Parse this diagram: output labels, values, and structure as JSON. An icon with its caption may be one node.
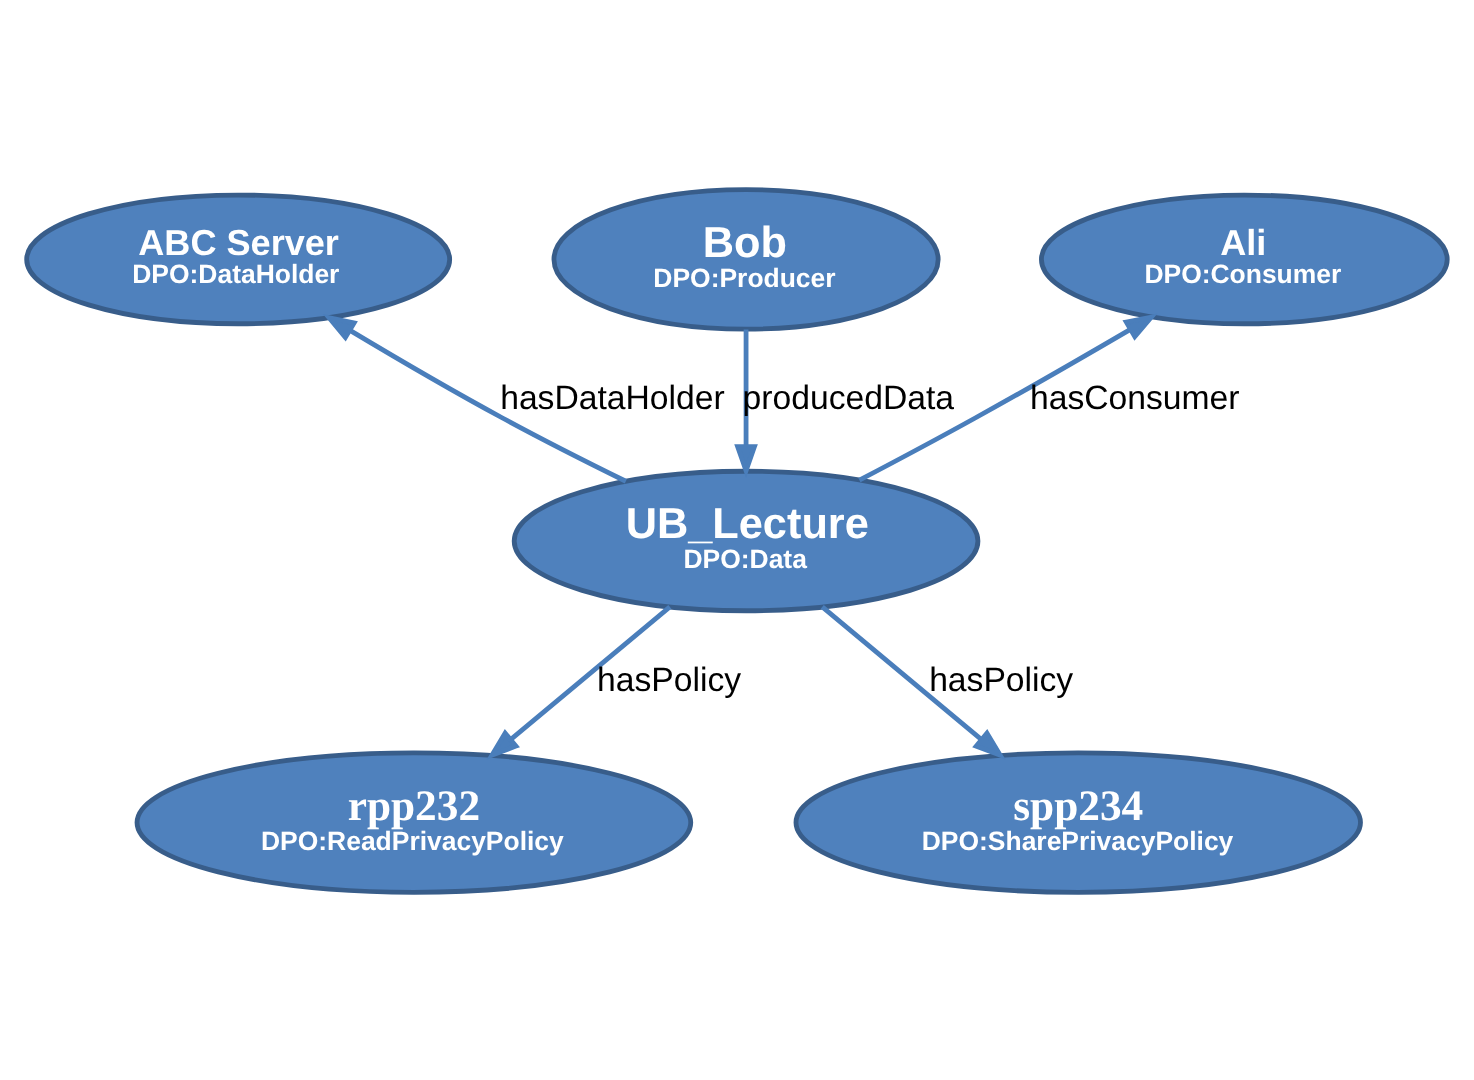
{
  "diagram": {
    "nodes": [
      {
        "text": [
          "ABC Server",
          "DPO:DataHolder"
        ]
      },
      {
        "text": [
          "Ali",
          "DPO:Consumer"
        ]
      },
      {
        "text": [
          "Bob",
          "DPO:Producer"
        ]
      },
      {
        "text": [
          "UB_Lecture",
          "DPO:Data"
        ]
      },
      {
        "text": [
          "rpp232",
          "DPO:ReadPrivacyPolicy"
        ]
      },
      {
        "text": [
          "spp234",
          "DPO:SharePrivacyPolicy"
        ]
      }
    ],
    "edges": [
      {
        "from": 3,
        "to": 0,
        "arrow": "to",
        "label": "hasDataHolder"
      },
      {
        "from": 2,
        "to": 3,
        "arrow": "to",
        "label": "producedData"
      },
      {
        "from": 3,
        "to": 1,
        "arrow": "to",
        "label": "hasConsumer"
      },
      {
        "from": 3,
        "to": 4,
        "arrow": "to",
        "label": "hasPolicy"
      },
      {
        "from": 3,
        "to": 5,
        "arrow": "to",
        "label": "hasPolicy"
      }
    ]
  }
}
